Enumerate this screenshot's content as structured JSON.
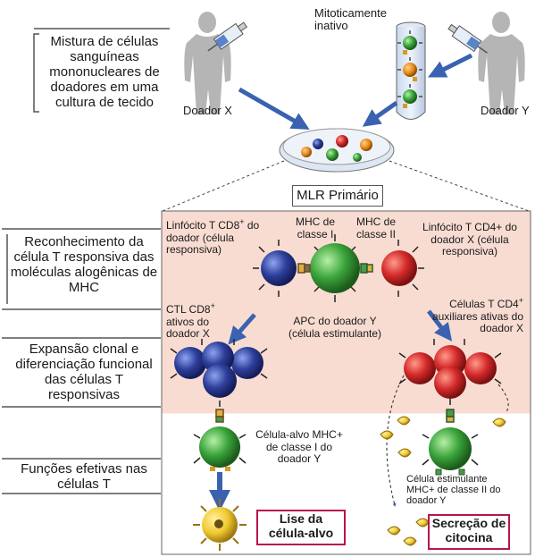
{
  "labels": {
    "mixture": "Mistura de células sanguíneas mononucleares de doadores em uma cultura de tecido",
    "donor_x": "Doador X",
    "donor_y": "Doador Y",
    "mitotic": "Mitoticamente inativo",
    "mlr": "MLR Primário",
    "recognition": "Reconhecimento da célula T responsiva das moléculas alogênicas de MHC",
    "expansion": "Expansão clonal e diferenciação funcional das células T responsivas",
    "effector": "Funções efetivas nas células T",
    "cd8_line1": "Linfócito T CD8",
    "cd8_sup": "+",
    "cd8_rest": "do doador (célula responsiva)",
    "mhc1": "MHC de classe I",
    "mhc2": "MHC de classe II",
    "cd4": "Linfócito T CD4+ do doador X (célula responsiva)",
    "ctl_line1": "CTL CD8",
    "ctl_sup": "+",
    "ctl_rest": "ativos do doador X",
    "apc": "APC do doador Y (célula estimulante)",
    "helper_line1": "Células T CD4",
    "helper_sup": "+",
    "helper_rest": "auxiliares ativas do doador X",
    "target": "Célula-alvo MHC+ de classe I do doador Y",
    "stim2": "Célula estimulante MHC+ de classe II do doador Y",
    "lysis": "Lise da célula-alvo",
    "cytokine": "Secreção de citocina"
  },
  "colors": {
    "cd8_blue": "#2d3f9a",
    "apc_green": "#3aa33a",
    "cd4_red": "#d42a2a",
    "arrow_blue": "#3a62b0",
    "panel_pink": "#f8dcd2",
    "box_border": "#b8154a",
    "cytokine_yellow": "#f0c830",
    "person_gray": "#b5b5b5"
  }
}
